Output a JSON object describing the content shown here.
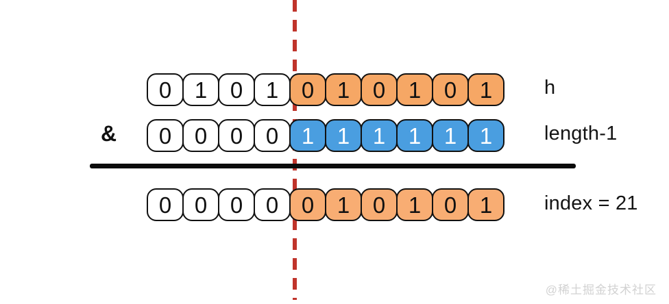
{
  "diagram": {
    "title": "HashMap index bitwise AND",
    "colors": {
      "orange": "#f6a765",
      "orange_light": "#f8ad73",
      "blue": "#4a9ee0",
      "white": "#ffffff",
      "outline": "#111111",
      "divider_red": "#c0342b",
      "rule_black": "#0b0b0b",
      "watermark_gray": "#d2d2d2"
    },
    "operator": "&",
    "rows": [
      {
        "id": "h",
        "label": "h",
        "bits": [
          {
            "value": "0",
            "style": "white"
          },
          {
            "value": "1",
            "style": "white"
          },
          {
            "value": "0",
            "style": "white"
          },
          {
            "value": "1",
            "style": "white"
          },
          {
            "value": "0",
            "style": "orange"
          },
          {
            "value": "1",
            "style": "orange"
          },
          {
            "value": "0",
            "style": "orange"
          },
          {
            "value": "1",
            "style": "orange"
          },
          {
            "value": "0",
            "style": "orange"
          },
          {
            "value": "1",
            "style": "orange"
          }
        ]
      },
      {
        "id": "mask",
        "label": "length-1",
        "bits": [
          {
            "value": "0",
            "style": "white"
          },
          {
            "value": "0",
            "style": "white"
          },
          {
            "value": "0",
            "style": "white"
          },
          {
            "value": "0",
            "style": "white"
          },
          {
            "value": "1",
            "style": "blue"
          },
          {
            "value": "1",
            "style": "blue"
          },
          {
            "value": "1",
            "style": "blue"
          },
          {
            "value": "1",
            "style": "blue"
          },
          {
            "value": "1",
            "style": "blue"
          },
          {
            "value": "1",
            "style": "blue"
          }
        ]
      },
      {
        "id": "result",
        "label": "index = 21",
        "bits": [
          {
            "value": "0",
            "style": "white"
          },
          {
            "value": "0",
            "style": "white"
          },
          {
            "value": "0",
            "style": "white"
          },
          {
            "value": "0",
            "style": "white"
          },
          {
            "value": "0",
            "style": "orange-light"
          },
          {
            "value": "1",
            "style": "orange-light"
          },
          {
            "value": "0",
            "style": "orange-light"
          },
          {
            "value": "1",
            "style": "orange-light"
          },
          {
            "value": "0",
            "style": "orange-light"
          },
          {
            "value": "1",
            "style": "orange-light"
          }
        ]
      }
    ]
  },
  "watermark": {
    "text": "@稀土掘金技术社区"
  }
}
